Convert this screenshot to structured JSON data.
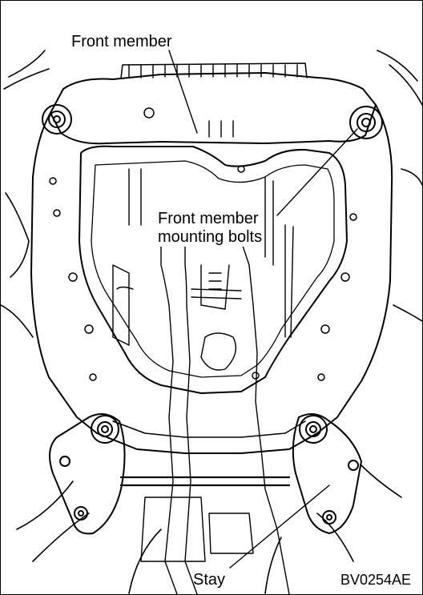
{
  "labels": {
    "front_member": "Front member",
    "mounting_bolts_line1": "Front member",
    "mounting_bolts_line2": "mounting bolts",
    "stay": "Stay",
    "figure_code": "BV0254AE"
  },
  "colors": {
    "line": "#000000",
    "background": "#ffffff"
  }
}
